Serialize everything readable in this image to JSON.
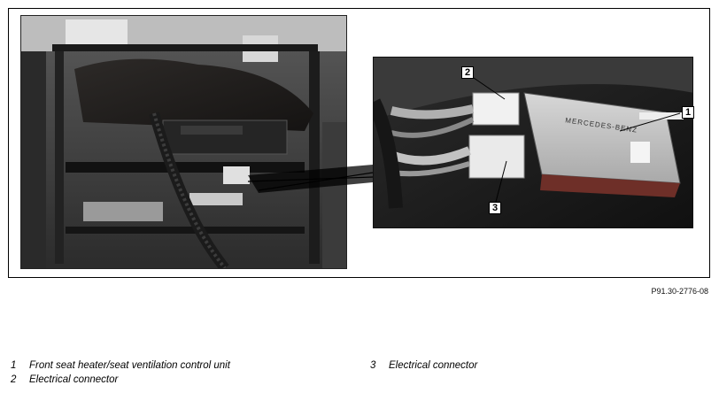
{
  "callouts": {
    "c1": "1",
    "c2": "2",
    "c3": "3"
  },
  "figure_ref": "P91.30-2776-08",
  "inset_brand": "MERCEDES-BENZ",
  "legend": [
    {
      "num": "1",
      "text": "Front seat heater/seat ventilation control unit"
    },
    {
      "num": "2",
      "text": "Electrical connector"
    },
    {
      "num": "3",
      "text": "Electrical connector"
    }
  ]
}
